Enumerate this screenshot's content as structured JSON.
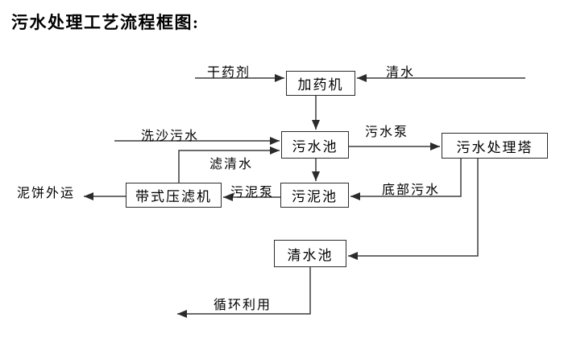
{
  "title": "污水处理工艺流程框图:",
  "nodes": {
    "dosing_machine": "加药机",
    "sewage_pool": "污水池",
    "treatment_tower": "污水处理塔",
    "sludge_pool": "污泥池",
    "belt_filter_press": "带式压滤机",
    "clean_water_pool": "清水池"
  },
  "flows": {
    "dry_agent": "干药剂",
    "clean_water": "清水",
    "sand_washing_sewage": "洗沙污水",
    "sewage_pump": "污水泵",
    "filtered_water": "滤清水",
    "bottom_sewage": "底部污水",
    "sludge_pump": "污泥泵",
    "mud_cake_shipping": "泥饼外运",
    "recycling": "循环利用"
  },
  "colors": {
    "line": "#3d3d3d",
    "arrow": "#2b2b2b",
    "box_border": "#2b2b2b",
    "text": "#000000",
    "background": "#ffffff"
  }
}
